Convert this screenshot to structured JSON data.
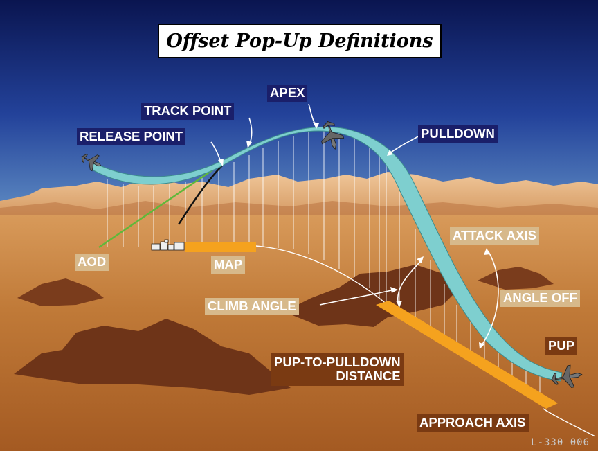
{
  "title": "Offset Pop-Up Definitions",
  "labels": {
    "apex": "APEX",
    "track_point": "TRACK POINT",
    "release_point": "RELEASE POINT",
    "pulldown": "PULLDOWN",
    "attack_axis": "ATTACK AXIS",
    "aod": "AOD",
    "map": "MAP",
    "climb_angle": "CLIMB ANGLE",
    "angle_off": "ANGLE OFF",
    "pup": "PUP",
    "pup_to_pulldown_line1": "PUP-TO-PULLDOWN",
    "pup_to_pulldown_line2": "DISTANCE",
    "approach_axis": "APPROACH AXIS"
  },
  "figure_code": "L-330  006",
  "colors": {
    "sky_top": "#0a1550",
    "sky_bottom": "#4a78b8",
    "ground": "#b9702f",
    "flight_path": "#7ecfcf",
    "orange_band": "#f5a21e",
    "aod_line": "#5fb83a",
    "label_navy": "#1a1f6a",
    "label_tan": "#d7b98b",
    "label_brown": "#7a3a12"
  }
}
